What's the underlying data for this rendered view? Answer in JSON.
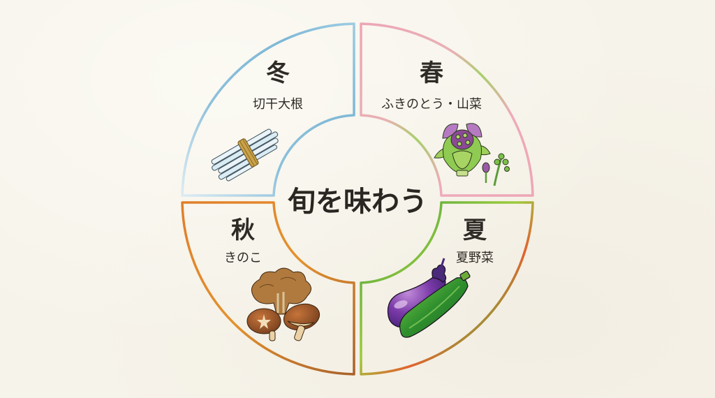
{
  "center": {
    "title": "旬を味わう"
  },
  "quadrants": [
    {
      "id": "winter",
      "season": "冬",
      "label": "切干大根",
      "illustration": "kiriboshi-daikon-icon",
      "colors": {
        "start": "#7fb9d8",
        "end": "#cfe6f2"
      }
    },
    {
      "id": "spring",
      "season": "春",
      "label": "ふきのとう・山菜",
      "illustration": "fukinotou-sansai-icon",
      "colors": {
        "start": "#eda9b8",
        "end": "#a6d06a"
      }
    },
    {
      "id": "autumn",
      "season": "秋",
      "label": "きのこ",
      "illustration": "mushrooms-icon",
      "colors": {
        "start": "#e38a2e",
        "end": "#a8652c"
      }
    },
    {
      "id": "summer",
      "season": "夏",
      "label": "夏野菜",
      "illustration": "eggplant-zucchini-icon",
      "colors": {
        "start": "#3a9f3e",
        "end": "#a9cd3e",
        "accent": "#e0602c"
      }
    }
  ]
}
